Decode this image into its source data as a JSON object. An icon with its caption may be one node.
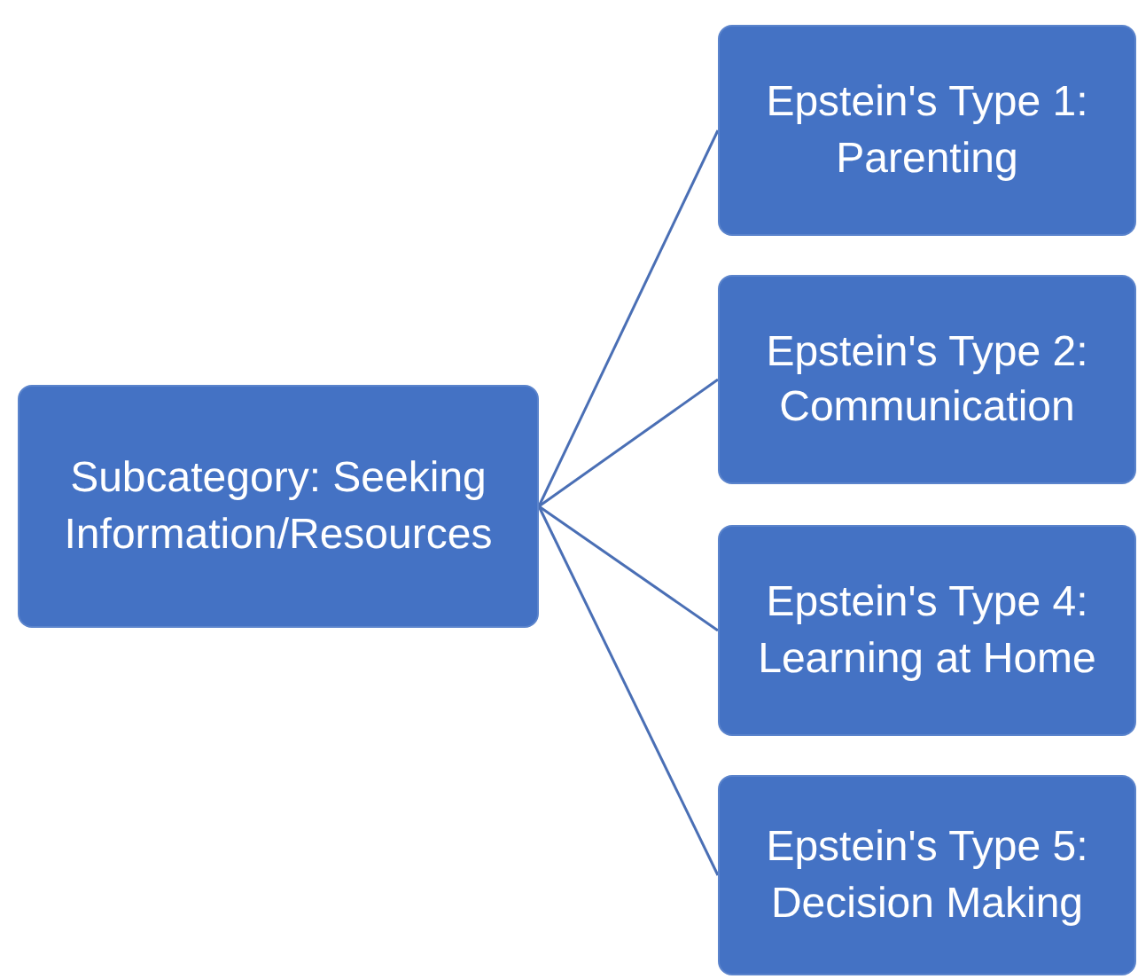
{
  "diagram": {
    "nodes": [
      {
        "text": [
          "Subcategory: Seeking Information/Resources"
        ]
      },
      {
        "text": [
          "Epstein's Type 1: Parenting"
        ]
      },
      {
        "text": [
          "Epstein's Type 2: Communication"
        ]
      },
      {
        "text": [
          "Epstein's Type 4: Learning at Home"
        ]
      },
      {
        "text": [
          "Epstein's Type 5: Decision Making"
        ]
      }
    ],
    "edges": [
      {
        "from": 0,
        "to": 1,
        "arrow": "none"
      },
      {
        "from": 0,
        "to": 2,
        "arrow": "none"
      },
      {
        "from": 0,
        "to": 3,
        "arrow": "none"
      },
      {
        "from": 0,
        "to": 4,
        "arrow": "none"
      }
    ]
  }
}
